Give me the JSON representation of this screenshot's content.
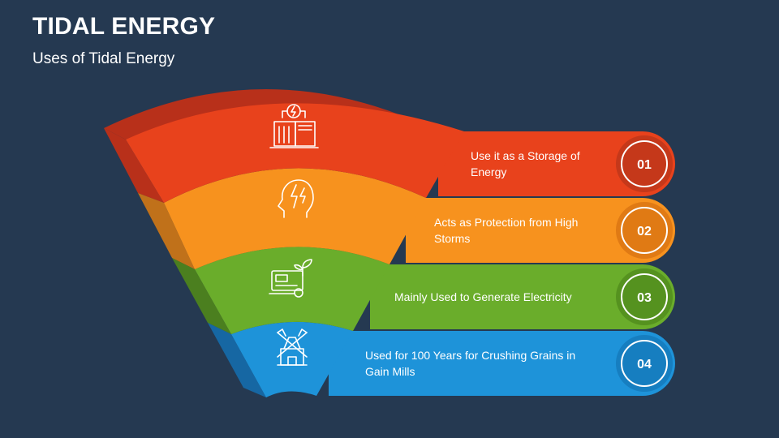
{
  "header": {
    "title": "TIDAL ENERGY",
    "subtitle": "Uses of Tidal Energy"
  },
  "items": [
    {
      "number": "01",
      "text": "Use it as a Storage of Energy",
      "icon": "storage-icon",
      "color": "#e8421c",
      "shade": "#b8301a",
      "ring": "#c5381a"
    },
    {
      "number": "02",
      "text": "Acts as Protection from High Storms",
      "icon": "head-lightning-icon",
      "color": "#f7921e",
      "shade": "#c0711a",
      "ring": "#e07a14"
    },
    {
      "number": "03",
      "text": "Mainly Used to Generate Electricity",
      "icon": "generator-icon",
      "color": "#6aad2b",
      "shade": "#4b7f1f",
      "ring": "#55921f"
    },
    {
      "number": "04",
      "text": "Used for 100 Years for Crushing Grains in Gain Mills",
      "icon": "windmill-icon",
      "color": "#1e93d9",
      "shade": "#1667a3",
      "ring": "#167ec0"
    }
  ]
}
